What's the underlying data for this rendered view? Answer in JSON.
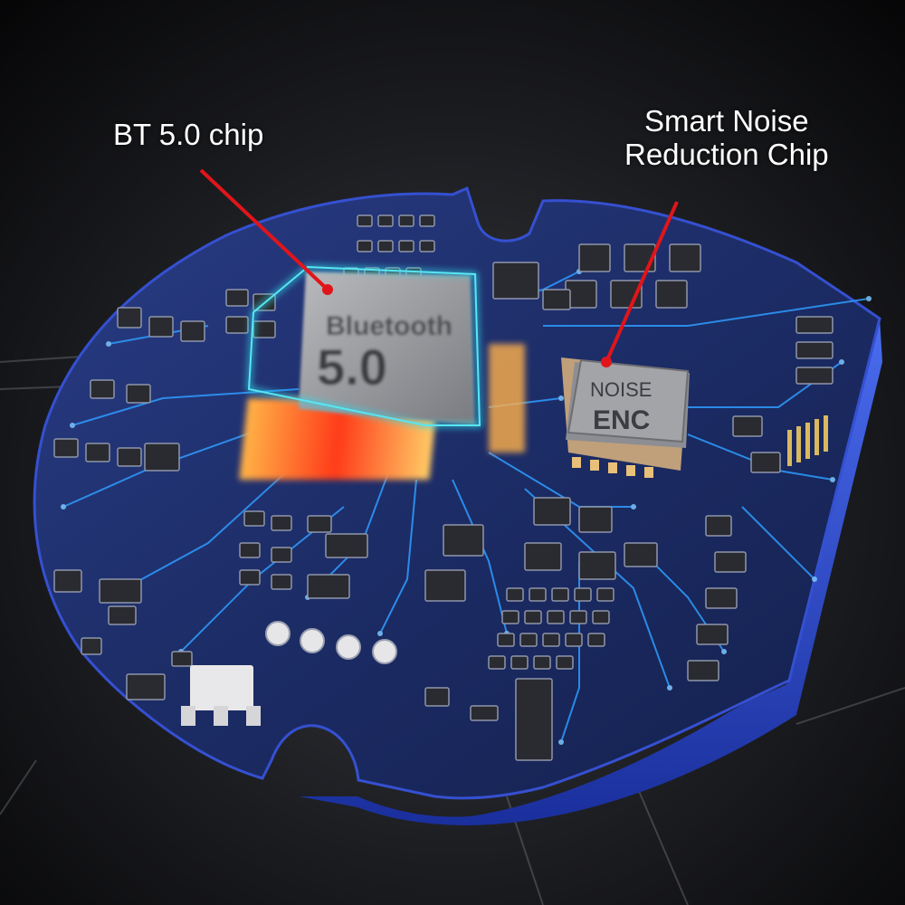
{
  "labels": {
    "bt_chip": "BT 5.0 chip",
    "noise_line1": "Smart Noise",
    "noise_line2": "Reduction Chip"
  },
  "bt_chip": {
    "brand_text": "Bluetooth",
    "version_text": "5.0"
  },
  "noise_chip": {
    "line1": "NOISE",
    "line2": "ENC"
  },
  "colors": {
    "background": "#0d0d0f",
    "board": "#1d2f6b",
    "board_edge": "#2c4bd0",
    "trace": "#2e9cff",
    "pointer": "#e0151b",
    "label": "#ffffff",
    "chip_glow": "#2ed6e8"
  }
}
